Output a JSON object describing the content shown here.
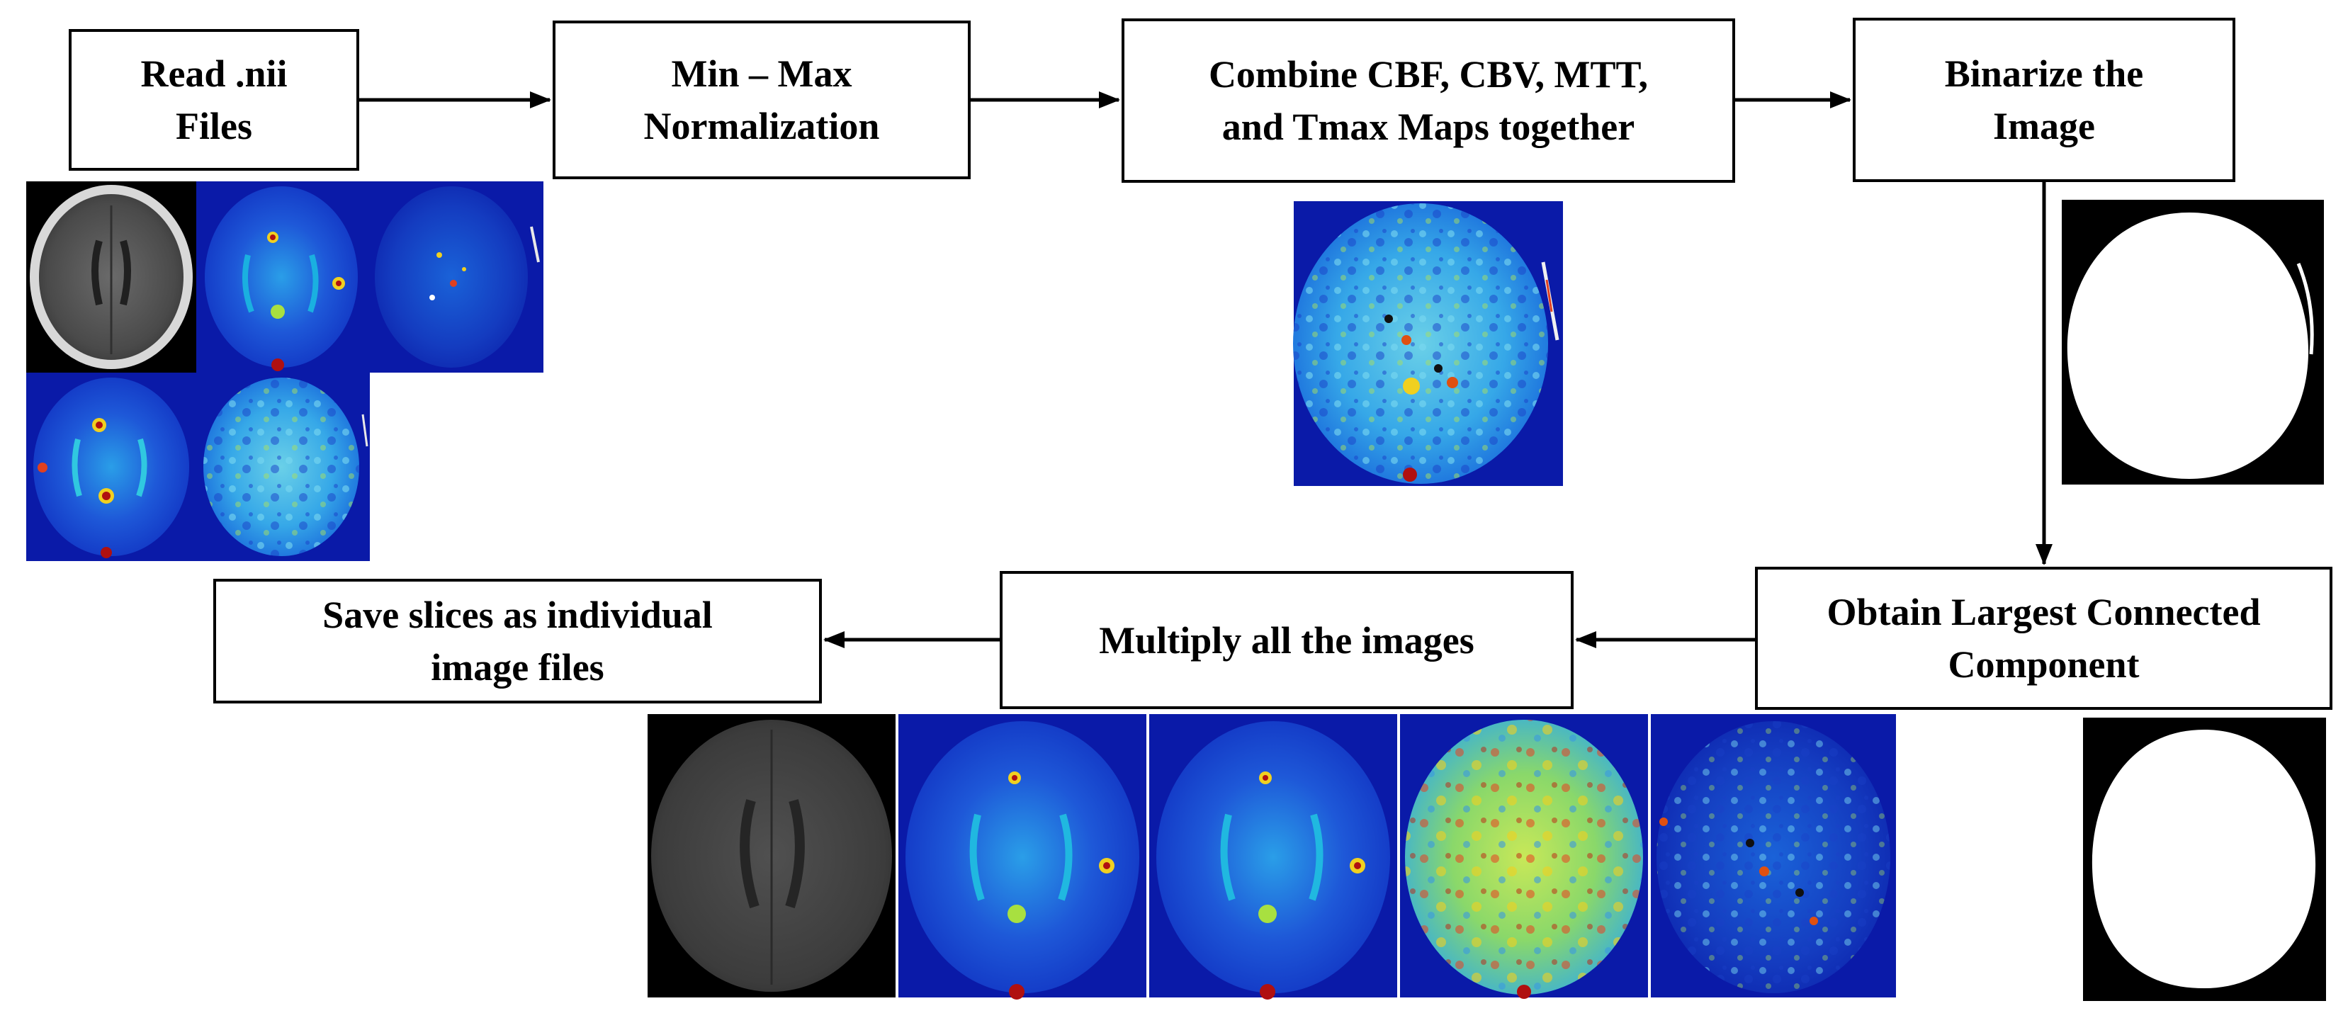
{
  "steps": [
    {
      "id": "read",
      "lines": [
        "Read .nii",
        "Files"
      ]
    },
    {
      "id": "normalize",
      "lines": [
        "Min – Max",
        "Normalization"
      ]
    },
    {
      "id": "combine",
      "lines": [
        "Combine CBF, CBV, MTT,",
        "and Tmax Maps together"
      ]
    },
    {
      "id": "binarize",
      "lines": [
        "Binarize the",
        "Image"
      ]
    },
    {
      "id": "largest",
      "lines": [
        "Obtain Largest Connected",
        "Component"
      ]
    },
    {
      "id": "multiply",
      "lines": [
        "Multiply all the images"
      ]
    },
    {
      "id": "save",
      "lines": [
        "Save slices as individual",
        "image files"
      ]
    }
  ],
  "images": {
    "input_maps": [
      "ct-slice",
      "perfusion-map",
      "perfusion-map",
      "perfusion-map",
      "perfusion-map"
    ],
    "combined": "combined-perfusion-map",
    "binary_mask": "binary-brain-mask",
    "component_mask": "largest-component-mask",
    "outputs": [
      "ct-slice",
      "perfusion-map",
      "perfusion-map",
      "perfusion-map",
      "perfusion-map"
    ]
  },
  "colors": {
    "border": "#000000",
    "map_background": "#0a1aa8",
    "map_mid": "#2aa8e0",
    "map_hot": "#f0e020",
    "map_peak": "#b01010"
  }
}
